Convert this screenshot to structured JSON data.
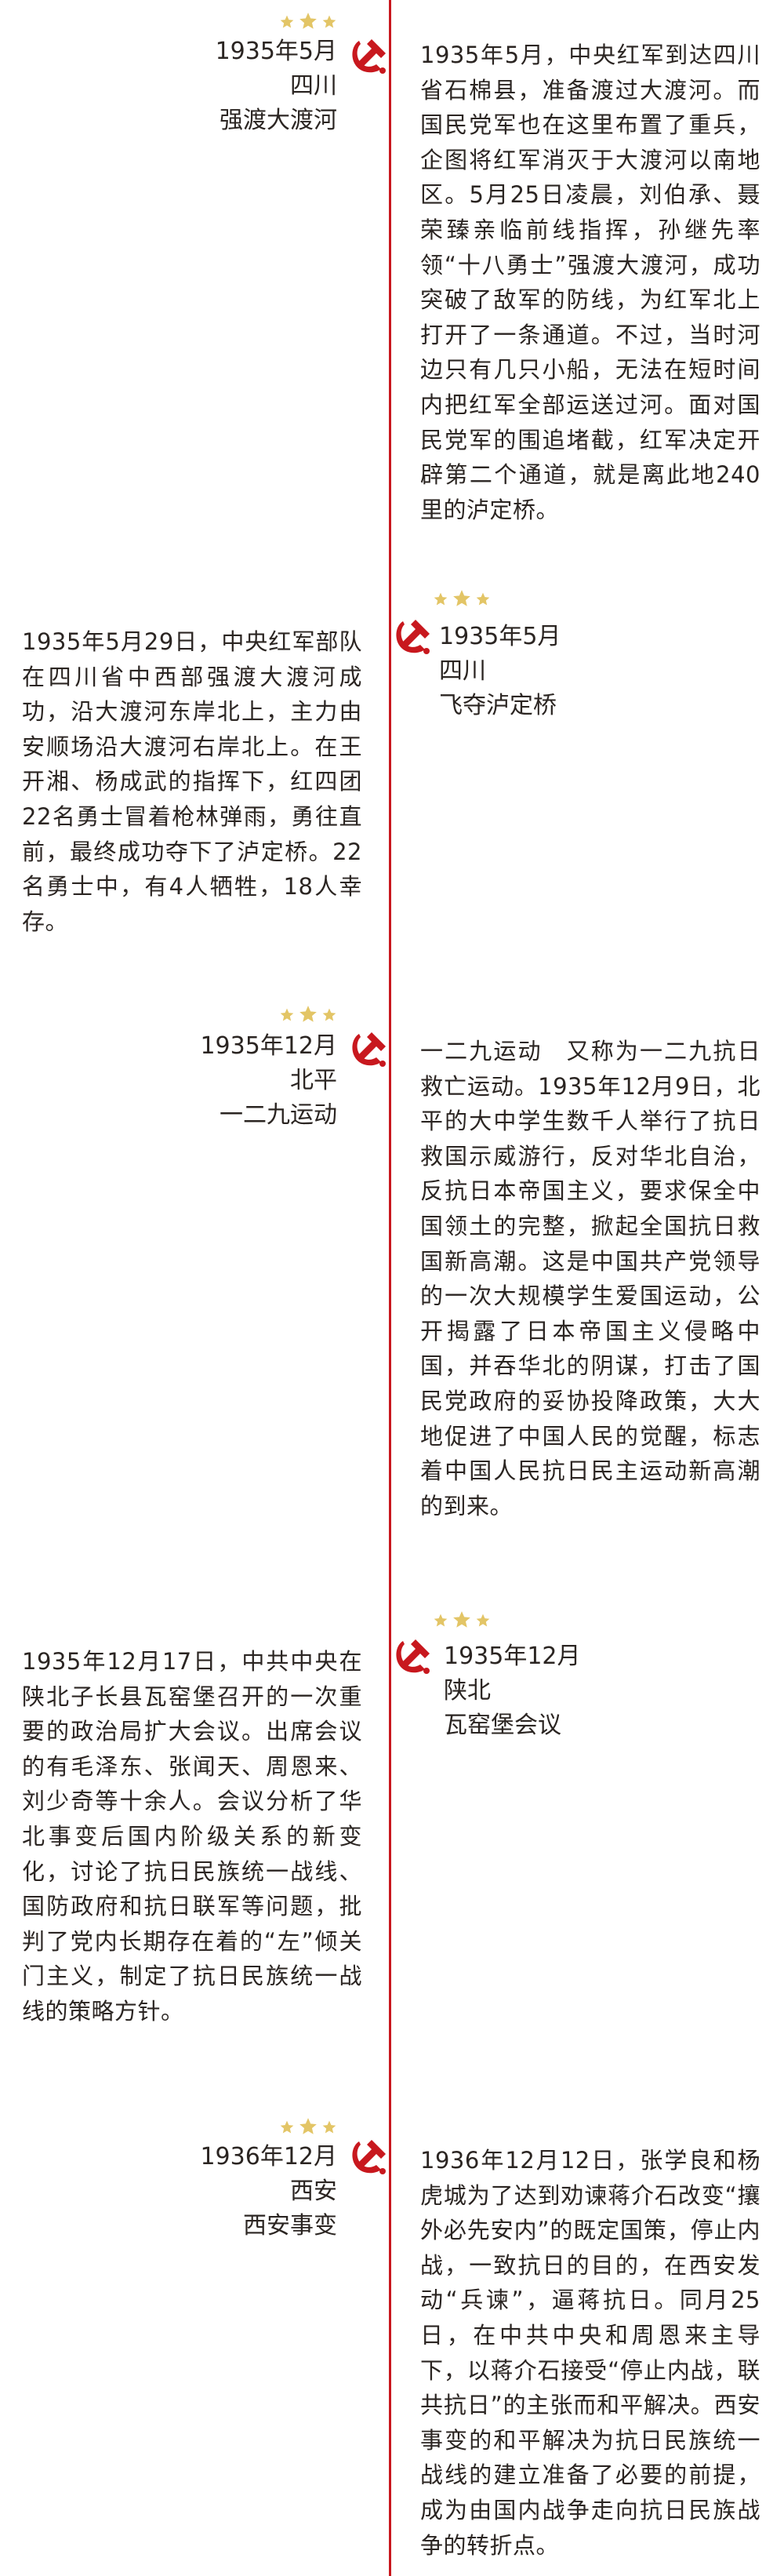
{
  "colors": {
    "line": "#c8181e",
    "star": "#e3c566",
    "text": "#2b2522"
  },
  "events": [
    {
      "date": "1935年5月",
      "place": "四川",
      "title": "强渡大渡河",
      "body": "1935年5月，中央红军到达四川省石棉县，准备渡过大渡河。而国民党军也在这里布置了重兵，企图将红军消灭于大渡河以南地区。5月25日凌晨，刘伯承、聂荣臻亲临前线指挥，孙继先率领“十八勇士”强渡大渡河，成功突破了敌军的防线，为红军北上打开了一条通道。不过，当时河边只有几只小船，无法在短时间内把红军全部运送过河。面对国民党军的围追堵截，红军决定开辟第二个通道，就是离此地240里的泸定桥。"
    },
    {
      "date": "1935年5月",
      "place": "四川",
      "title": "飞夺泸定桥",
      "body": "1935年5月29日，中央红军部队在四川省中西部强渡大渡河成功，沿大渡河东岸北上，主力由安顺场沿大渡河右岸北上。在王开湘、杨成武的指挥下，红四团22名勇士冒着枪林弹雨，勇往直前，最终成功夺下了泸定桥。22名勇士中，有4人牺牲，18人幸存。"
    },
    {
      "date": "1935年12月",
      "place": "北平",
      "title": "一二九运动",
      "body": "一二九运动　又称为一二九抗日救亡运动。1935年12月9日，北平的大中学生数千人举行了抗日救国示威游行，反对华北自治，反抗日本帝国主义，要求保全中国领土的完整，掀起全国抗日救国新高潮。这是中国共产党领导的一次大规模学生爱国运动，公开揭露了日本帝国主义侵略中国，并吞华北的阴谋，打击了国民党政府的妥协投降政策，大大地促进了中国人民的觉醒，标志着中国人民抗日民主运动新高潮的到来。"
    },
    {
      "date": "1935年12月",
      "place": "陕北",
      "title": "瓦窑堡会议",
      "body": "1935年12月17日，中共中央在陕北子长县瓦窑堡召开的一次重要的政治局扩大会议。出席会议的有毛泽东、张闻天、周恩来、刘少奇等十余人。会议分析了华北事变后国内阶级关系的新变化，讨论了抗日民族统一战线、国防政府和抗日联军等问题，批判了党内长期存在着的“左”倾关门主义，制定了抗日民族统一战线的策略方针。"
    },
    {
      "date": "1936年12月",
      "place": "西安",
      "title": "西安事变",
      "body": "1936年12月12日，张学良和杨虎城为了达到劝谏蒋介石改变“攘外必先安内”的既定国策，停止内战，一致抗日的目的，在西安发动“兵谏”，逼蒋抗日。同月25日，在中共中央和周恩来主导下，以蒋介石接受“停止内战，联共抗日”的主张而和平解决。西安事变的和平解决为抗日民族统一战线的建立准备了必要的前提，成为由国内战争走向抗日民族战争的转折点。"
    }
  ]
}
